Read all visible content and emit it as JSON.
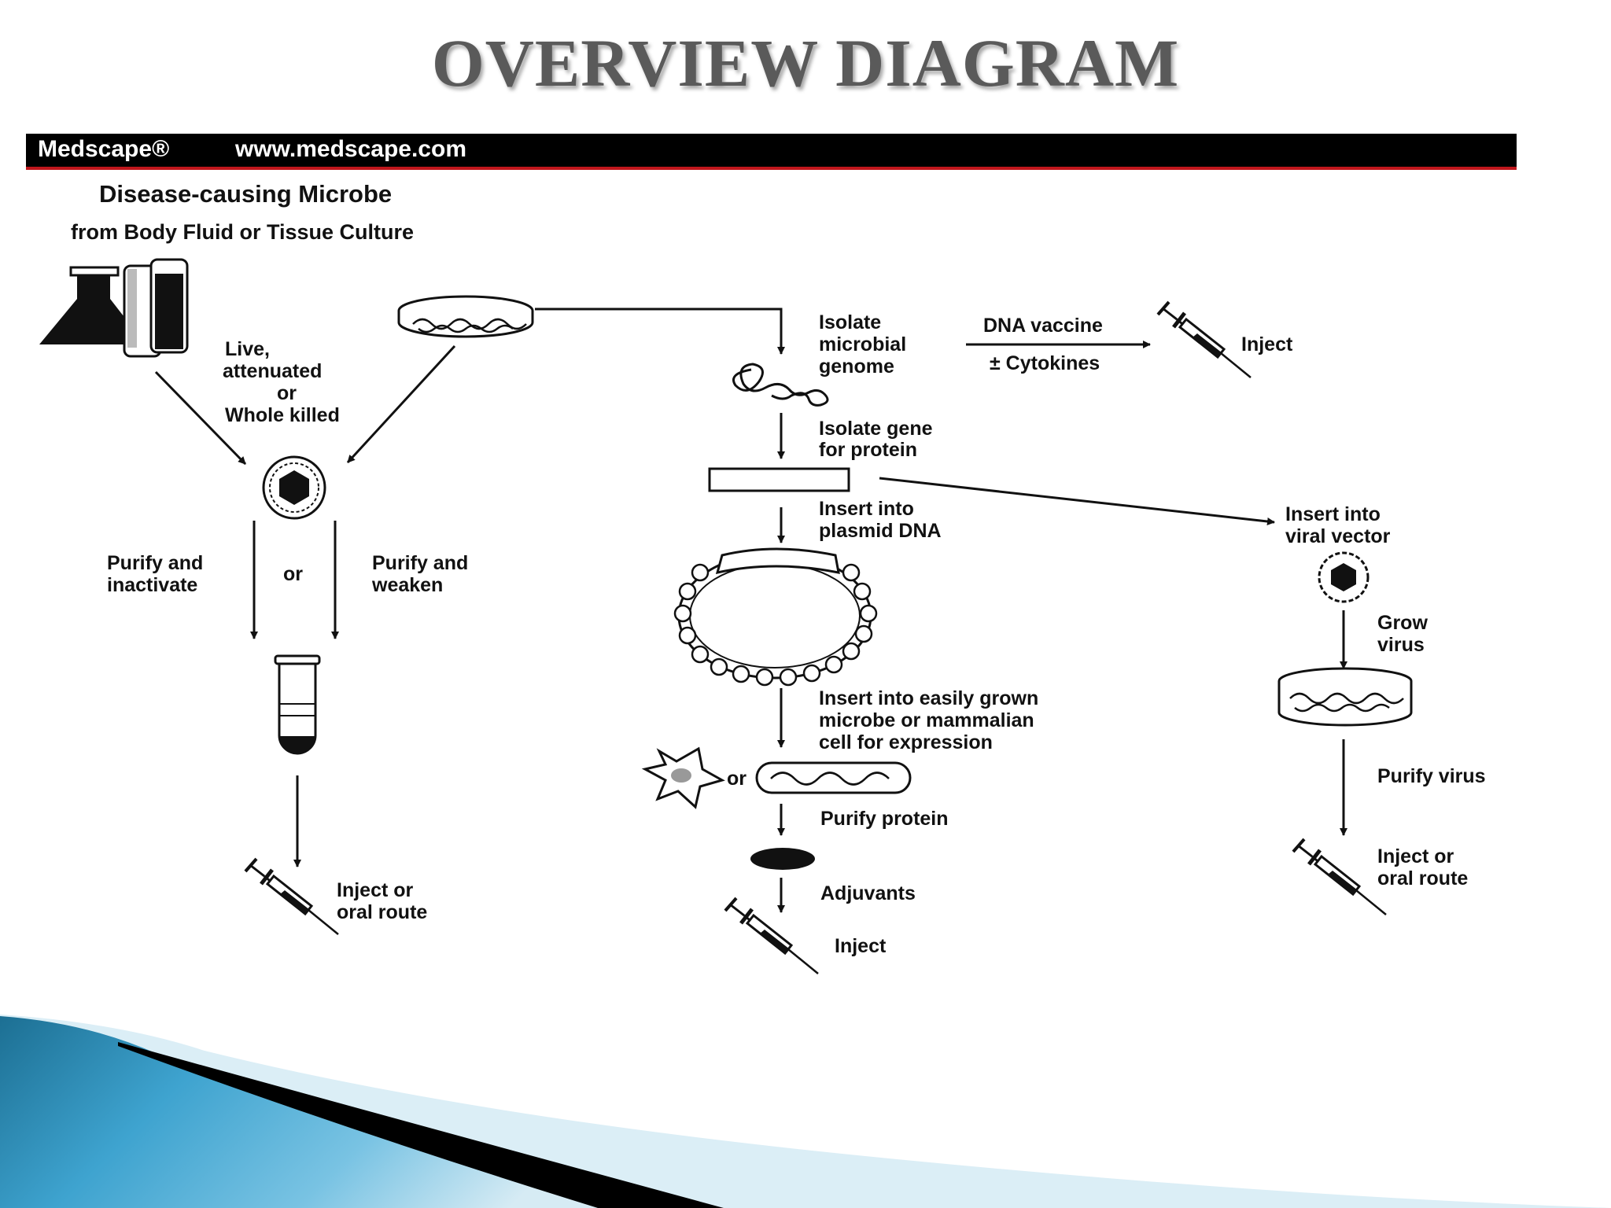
{
  "slide": {
    "title": "OVERVIEW DIAGRAM"
  },
  "banner": {
    "brand": "Medscape®",
    "url": "www.medscape.com"
  },
  "diagram": {
    "source_title": "Disease-causing Microbe",
    "source_subtitle": "from Body Fluid or Tissue Culture",
    "left_branch": {
      "live_killed": [
        "Live,",
        "attenuated",
        "or",
        "Whole killed"
      ],
      "purify_inactivate": [
        "Purify and",
        "inactivate"
      ],
      "or": "or",
      "purify_weaken": [
        "Purify and",
        "weaken"
      ],
      "inject_oral": [
        "Inject or",
        "oral route"
      ]
    },
    "center_branch": {
      "isolate_genome": [
        "Isolate",
        "microbial",
        "genome"
      ],
      "dna_vaccine": "DNA vaccine",
      "cytokines": "± Cytokines",
      "inject_top": "Inject",
      "isolate_gene": [
        "Isolate gene",
        "for protein"
      ],
      "insert_plasmid": [
        "Insert into",
        "plasmid DNA"
      ],
      "insert_microbe": [
        "Insert into easily grown",
        "microbe or mammalian",
        "cell for expression"
      ],
      "or": "or",
      "purify_protein": "Purify protein",
      "adjuvants": "Adjuvants",
      "inject_bottom": "Inject"
    },
    "right_branch": {
      "insert_viral": [
        "Insert into",
        "viral vector"
      ],
      "grow_virus": [
        "Grow",
        "virus"
      ],
      "purify_virus": "Purify virus",
      "inject_oral": [
        "Inject or",
        "oral route"
      ]
    }
  },
  "colors": {
    "banner": "#000000",
    "banner_rule": "#c0161c",
    "title": "#5a5a5a",
    "accent_teal": "#1f7fa6",
    "accent_light": "#cfe6f1"
  }
}
